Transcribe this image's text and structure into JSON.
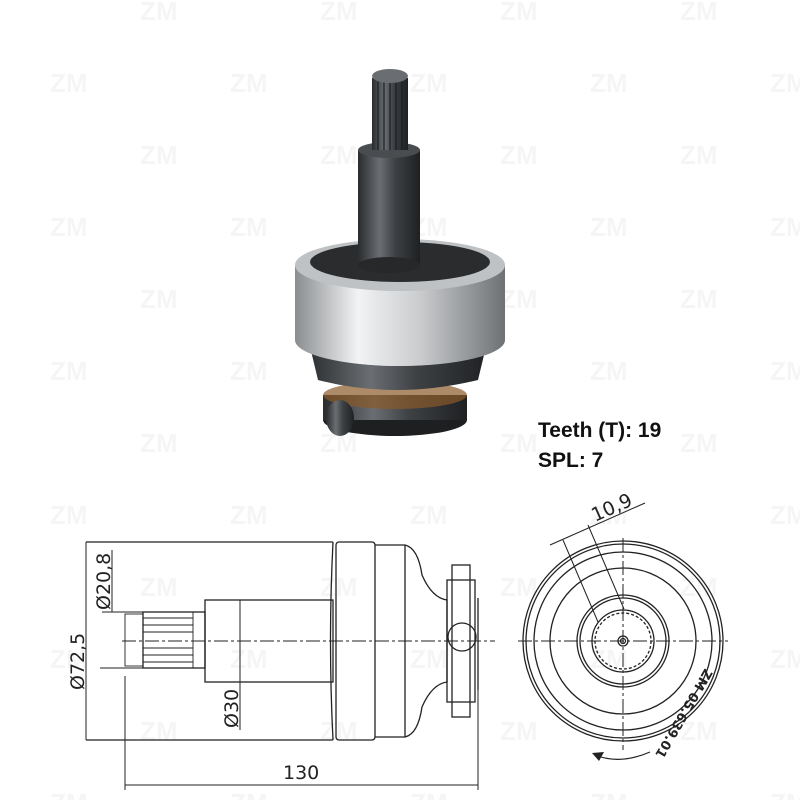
{
  "specs": {
    "teeth": "Teeth (T): 19",
    "spl": "SPL: 7"
  },
  "watermark": "ZM",
  "dimensions": {
    "outer_diameter": "Ø72,5",
    "spline_diameter": "Ø20,8",
    "shaft_diameter": "Ø30",
    "overall_length": "130",
    "offset": "10,9"
  },
  "part_marking": "ZM 05.639.01",
  "colors": {
    "line": "#222222",
    "metal_dark": "#3a3d40",
    "metal_light": "#d8dadc"
  }
}
